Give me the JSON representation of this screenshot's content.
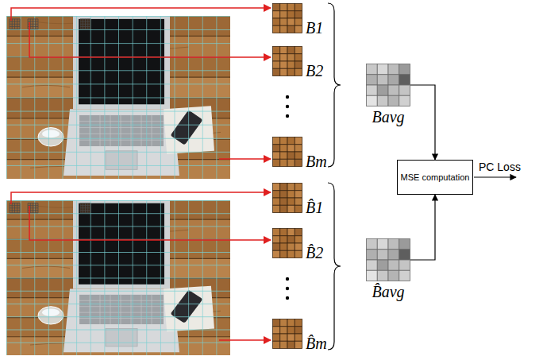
{
  "diagram": {
    "nodes": [
      {
        "text": [
          "B1"
        ]
      },
      {
        "text": [
          "B2"
        ]
      },
      {
        "text": [
          "Bm"
        ]
      },
      {
        "text": [
          "Bavg"
        ]
      },
      {
        "text": [
          "MSE computation"
        ]
      },
      {
        "text": [
          "B̂1"
        ]
      },
      {
        "text": [
          "B̂2"
        ]
      },
      {
        "text": [
          "B̂m"
        ]
      },
      {
        "text": [
          "B̂avg"
        ]
      }
    ],
    "edges": [
      {
        "from": 3,
        "to": 4,
        "arrow": "to"
      },
      {
        "from": 8,
        "to": 4,
        "arrow": "to"
      }
    ],
    "labels": [
      "PC Loss"
    ]
  }
}
